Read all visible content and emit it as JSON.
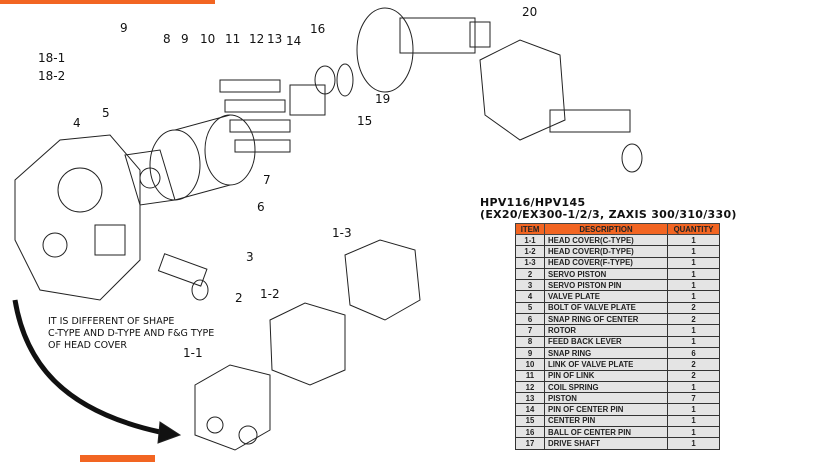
{
  "callouts": [
    "9",
    "18-1",
    "18-2",
    "8",
    "9",
    "10",
    "11",
    "12",
    "13",
    "14",
    "16",
    "5",
    "4",
    "15",
    "19",
    "7",
    "6",
    "3",
    "2",
    "20",
    "1-3",
    "1-2",
    "1-1"
  ],
  "note": [
    "IT IS DIFFERENT OF SHAPE",
    "C-TYPE AND D-TYPE AND F&G TYPE",
    "OF HEAD COVER"
  ],
  "table_title": [
    "HPV116/HPV145",
    "(EX20/EX300-1/2/3, ZAXIS 300/310/330)"
  ],
  "headers": {
    "item": "ITEM",
    "description": "DESCRIPTION",
    "quantity": "QUANTITY"
  },
  "rows": [
    {
      "item": "1-1",
      "desc": "HEAD COVER(C-TYPE)",
      "qty": "1"
    },
    {
      "item": "1-2",
      "desc": "HEAD COVER(D-TYPE)",
      "qty": "1"
    },
    {
      "item": "1-3",
      "desc": "HEAD COVER(F-TYPE)",
      "qty": "1"
    },
    {
      "item": "2",
      "desc": "SERVO PISTON",
      "qty": "1"
    },
    {
      "item": "3",
      "desc": "SERVO PISTON PIN",
      "qty": "1"
    },
    {
      "item": "4",
      "desc": "VALVE PLATE",
      "qty": "1"
    },
    {
      "item": "5",
      "desc": "BOLT OF VALVE PLATE",
      "qty": "2"
    },
    {
      "item": "6",
      "desc": "SNAP RING OF CENTER",
      "qty": "2"
    },
    {
      "item": "7",
      "desc": "ROTOR",
      "qty": "1"
    },
    {
      "item": "8",
      "desc": "FEED BACK LEVER",
      "qty": "1"
    },
    {
      "item": "9",
      "desc": "SNAP RING",
      "qty": "6"
    },
    {
      "item": "10",
      "desc": "LINK OF VALVE PLATE",
      "qty": "2"
    },
    {
      "item": "11",
      "desc": "PIN OF LINK",
      "qty": "2"
    },
    {
      "item": "12",
      "desc": "COIL SPRING",
      "qty": "1"
    },
    {
      "item": "13",
      "desc": "PISTON",
      "qty": "7"
    },
    {
      "item": "14",
      "desc": "PIN OF CENTER PIN",
      "qty": "1"
    },
    {
      "item": "15",
      "desc": "CENTER PIN",
      "qty": "1"
    },
    {
      "item": "16",
      "desc": "BALL OF CENTER PIN",
      "qty": "1"
    },
    {
      "item": "17",
      "desc": "DRIVE SHAFT",
      "qty": "1"
    }
  ],
  "colors": {
    "accent": "#f26522",
    "row_bg": "#e4e4e4"
  }
}
